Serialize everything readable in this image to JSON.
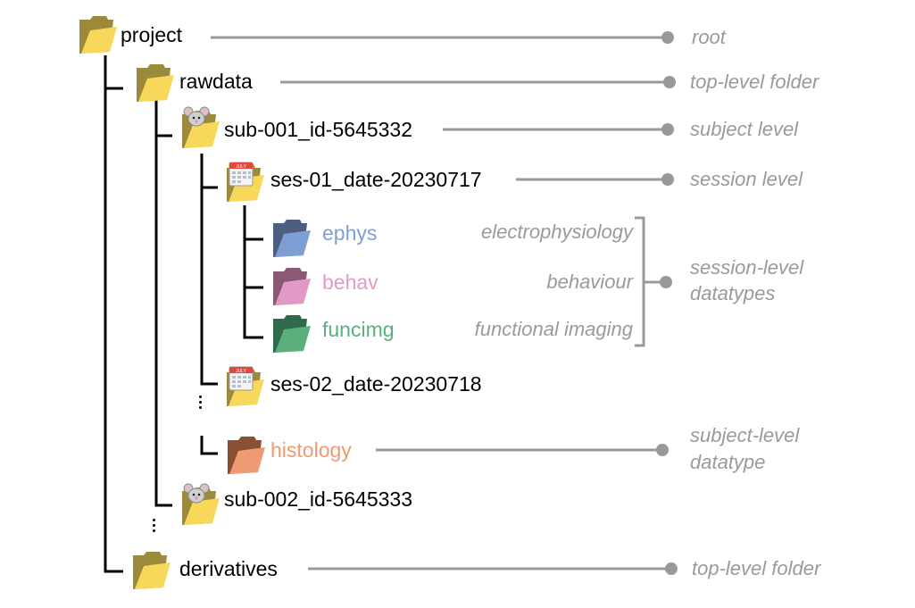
{
  "colors": {
    "folder_default": "#f7d85a",
    "folder_default_back": "#9b8a3c",
    "ephys": "#7e9fd4",
    "ephys_back": "#4e5e80",
    "behav": "#e19ac6",
    "behav_back": "#8a5a75",
    "funcimg": "#5ab07c",
    "funcimg_back": "#2f6a4a",
    "histology": "#ef9a73",
    "histology_back": "#8a5034",
    "connector": "#999999",
    "annotation": "#9a9a9a",
    "tree_line": "#000000"
  },
  "tree": {
    "project": {
      "label": "project",
      "icon": "folder-icon"
    },
    "rawdata": {
      "label": "rawdata",
      "icon": "folder-icon"
    },
    "sub001": {
      "label": "sub-001_id-5645332",
      "icon": "mouse-folder-icon"
    },
    "ses01": {
      "label": "ses-01_date-20230717",
      "icon": "calendar-folder-icon",
      "calendar_month": "JULY"
    },
    "ephys": {
      "label": "ephys",
      "icon": "folder-icon"
    },
    "behav": {
      "label": "behav",
      "icon": "folder-icon"
    },
    "funcimg": {
      "label": "funcimg",
      "icon": "folder-icon"
    },
    "ses02": {
      "label": "ses-02_date-20230718",
      "icon": "calendar-folder-icon",
      "calendar_month": "JULY"
    },
    "histology": {
      "label": "histology",
      "icon": "folder-icon"
    },
    "sub002": {
      "label": "sub-002_id-5645333",
      "icon": "mouse-folder-icon"
    },
    "derivatives": {
      "label": "derivatives",
      "icon": "folder-icon"
    }
  },
  "annotations": {
    "root": "root",
    "top_level_folder_1": "top-level folder",
    "subject_level": "subject level",
    "session_level": "session level",
    "electrophysiology": "electrophysiology",
    "behaviour": "behaviour",
    "functional_imaging": "functional imaging",
    "session_level_datatypes_1": "session-level",
    "session_level_datatypes_2": "datatypes",
    "subject_level_datatype_1": "subject-level",
    "subject_level_datatype_2": "datatype",
    "top_level_folder_2": "top-level folder"
  }
}
